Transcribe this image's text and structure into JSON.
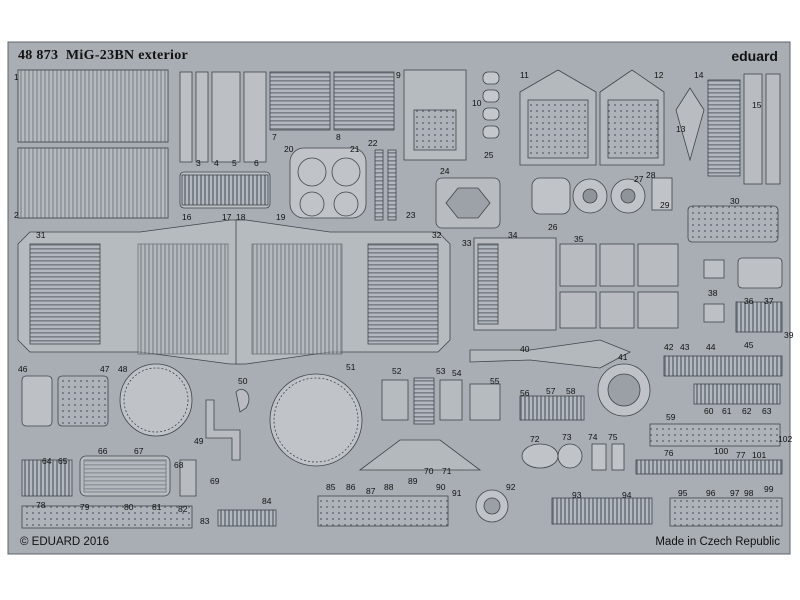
{
  "fret": {
    "code": "48 873",
    "title": "MiG-23BN exterior",
    "brand": "eduard",
    "copyright": "© EDUARD 2016",
    "origin": "Made in Czech Republic"
  },
  "colors": {
    "metal": "#a9aeb4",
    "metal_light": "#c4c8cd",
    "metal_dark": "#6f757c",
    "outline": "#3f454b",
    "background": "#ffffff"
  },
  "part_numbers": [
    "1",
    "2",
    "3",
    "4",
    "5",
    "6",
    "7",
    "8",
    "9",
    "10",
    "11",
    "12",
    "13",
    "14",
    "15",
    "16",
    "17",
    "18",
    "19",
    "20",
    "21",
    "22",
    "23",
    "24",
    "25",
    "26",
    "27",
    "28",
    "29",
    "30",
    "31",
    "32",
    "33",
    "34",
    "35",
    "36",
    "37",
    "38",
    "39",
    "40",
    "41",
    "42",
    "43",
    "44",
    "45",
    "46",
    "47",
    "48",
    "49",
    "50",
    "51",
    "52",
    "53",
    "54",
    "55",
    "56",
    "57",
    "58",
    "59",
    "60",
    "61",
    "62",
    "63",
    "64",
    "65",
    "66",
    "67",
    "68",
    "69",
    "70",
    "71",
    "72",
    "73",
    "74",
    "75",
    "76",
    "77",
    "78",
    "79",
    "80",
    "81",
    "82",
    "83",
    "84",
    "85",
    "86",
    "87",
    "88",
    "89",
    "90",
    "91",
    "92",
    "93",
    "94",
    "95",
    "96",
    "97",
    "98",
    "99",
    "100",
    "101",
    "102"
  ]
}
